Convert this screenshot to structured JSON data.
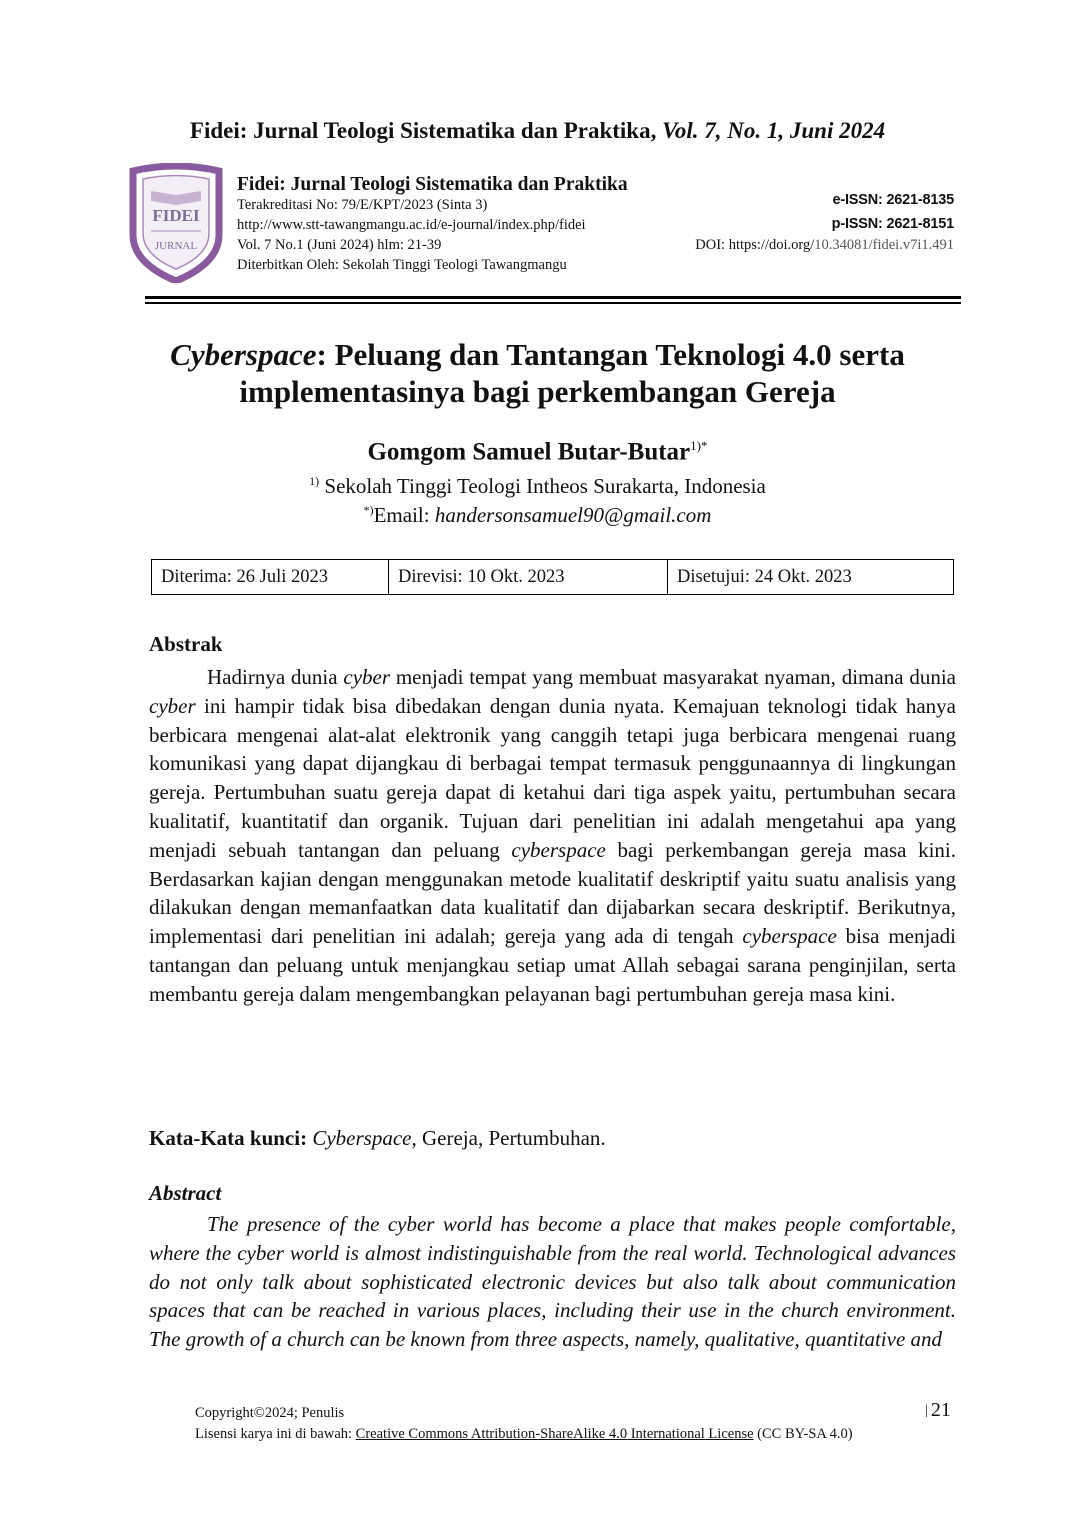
{
  "running_head": {
    "journal": "Fidei: Jurnal Teologi Sistematika dan Praktika,",
    "issue": "Vol. 7, No. 1, Juni 2024"
  },
  "logo": {
    "top_text": "FIDEI",
    "bottom_text": "JURNAL",
    "color": "#8a5a9e"
  },
  "masthead": {
    "name": "Fidei: Jurnal Teologi Sistematika dan Praktika",
    "accreditation": "Terakreditasi No: 79/E/KPT/2023 (Sinta 3)",
    "url": "http://www.stt-tawangmangu.ac.id/e-journal/index.php/fidei",
    "volume_pages": "Vol. 7 No.1 (Juni 2024) hlm: 21-39",
    "publisher": "Diterbitkan Oleh: Sekolah Tinggi Teologi Tawangmangu",
    "e_issn": "e-ISSN: 2621-8135",
    "p_issn": "p-ISSN: 2621-8151",
    "doi_prefix": "DOI: https://doi.org/",
    "doi_suffix": "10.34081/fidei.v7i1.491"
  },
  "article": {
    "title_italic": "Cyberspace",
    "title_rest_line1": ": Peluang dan Tantangan Teknologi 4.0 serta",
    "title_line2": "implementasinya bagi perkembangan Gereja",
    "author": "Gomgom Samuel Butar-Butar",
    "author_mark": "1)*",
    "affiliation_mark": "1)",
    "affiliation": "Sekolah Tinggi Teologi Intheos Surakarta, Indonesia",
    "email_mark": "*)",
    "email_label": "Email: ",
    "email": "handersonsamuel90@gmail.com"
  },
  "dates": {
    "received": "Diterima: 26 Juli 2023",
    "revised": "Direvisi: 10 Okt. 2023",
    "accepted": "Disetujui: 24 Okt. 2023"
  },
  "abstrak": {
    "heading": "Abstrak",
    "p1": "Hadirnya dunia ",
    "i1": "cyber",
    "p2": " menjadi tempat yang membuat masyarakat nyaman, dimana dunia ",
    "i2": "cyber",
    "p3": " ini hampir tidak bisa dibedakan dengan dunia nyata. Kemajuan teknologi tidak hanya berbicara mengenai alat-alat elektronik yang canggih tetapi juga berbicara mengenai ruang komunikasi yang dapat dijangkau di berbagai tempat termasuk penggunaannya di lingkungan gereja. Pertumbuhan suatu gereja dapat di ketahui dari tiga aspek yaitu, pertumbuhan secara kualitatif, kuantitatif dan organik. Tujuan dari penelitian ini adalah mengetahui apa yang menjadi sebuah tantangan dan peluang ",
    "i3": "cyberspace",
    "p4": " bagi perkembangan gereja masa kini. Berdasarkan kajian dengan menggunakan metode kualitatif deskriptif yaitu suatu analisis yang dilakukan dengan memanfaatkan data kualitatif dan dijabarkan secara deskriptif. Berikutnya, implementasi dari penelitian ini adalah; gereja yang ada di tengah ",
    "i4": "cyberspace",
    "p5": " bisa menjadi tantangan dan peluang untuk menjangkau setiap umat Allah sebagai sarana penginjilan, serta membantu gereja dalam mengembangkan pelayanan bagi pertumbuhan gereja masa kini."
  },
  "keywords": {
    "label": "Kata-Kata kunci:",
    "italic": "Cyberspace,",
    "rest": " Gereja, Pertumbuhan."
  },
  "abstract": {
    "heading": "Abstract",
    "text": "The presence of the cyber world has become a place that makes people comfortable, where the cyber world is almost indistinguishable from the real world. Technological advances do not only talk about sophisticated electronic devices but also talk about communication spaces that can be reached in various places, including their use in the church environment. The growth of a church can be known from three aspects, namely, qualitative, quantitative and"
  },
  "footer": {
    "copyright": "Copyright©2024; Penulis",
    "page_bar": "|",
    "page_number": "21",
    "license_prefix": "Lisensi karya ini di bawah: ",
    "license_link": "Creative Commons Attribution-ShareAlike 4.0 International License",
    "license_suffix": " (CC BY-SA 4.0)"
  }
}
